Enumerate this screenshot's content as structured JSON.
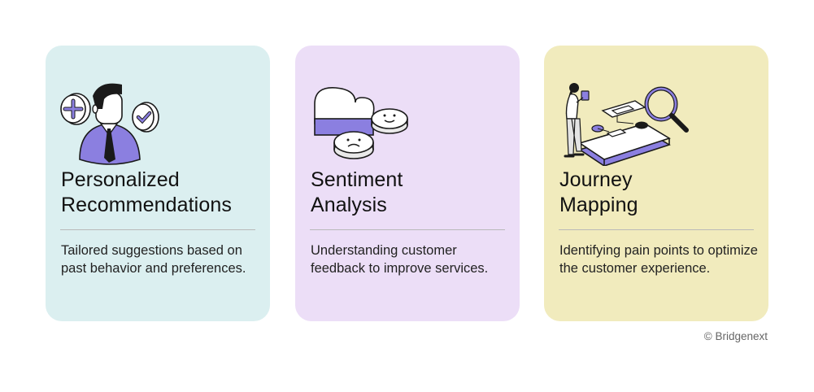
{
  "cards": [
    {
      "title": "Personalized\nRecommendations",
      "description": "Tailored suggestions based on past behavior and preferences.",
      "icon": "person-recommendations-icon",
      "color": "#dbeff0"
    },
    {
      "title": "Sentiment\nAnalysis",
      "description": "Understanding customer feedback to improve services.",
      "icon": "sentiment-faces-icon",
      "color": "#ecdef7"
    },
    {
      "title": "Journey\nMapping",
      "description": "Identifying pain points to optimize the customer experience.",
      "icon": "journey-map-icon",
      "color": "#f1ebbd"
    }
  ],
  "footer": {
    "copyright": "© Bridgenext"
  },
  "colors": {
    "accent_purple": "#8b7fe0",
    "outline": "#1a1a1a"
  }
}
